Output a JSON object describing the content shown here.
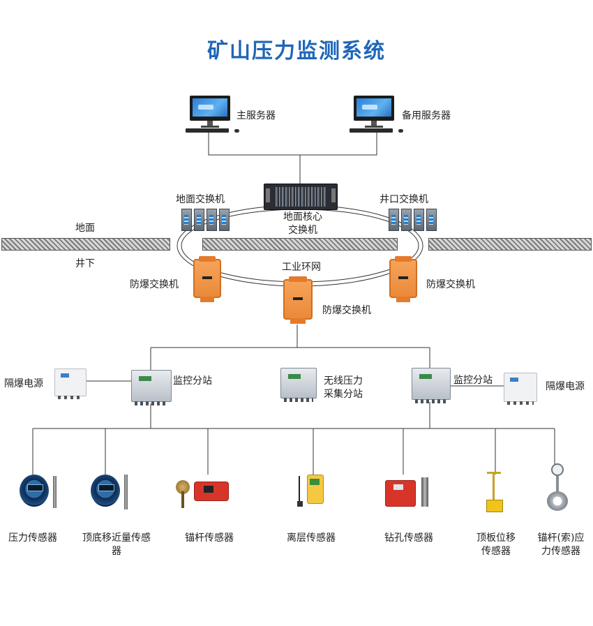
{
  "title": "矿山压力监测系统",
  "labels": {
    "main_server": "主服务器",
    "backup_server": "备用服务器",
    "ground_switch": "地面交换机",
    "shaft_switch": "井口交换机",
    "core_switch_line1": "地面核心",
    "core_switch_line2": "交换机",
    "surface": "地面",
    "underground": "井下",
    "industrial_ring": "工业环网",
    "ex_switch_left": "防爆交换机",
    "ex_switch_right": "防爆交换机",
    "ex_switch_center": "防爆交换机",
    "psu_left": "隔爆电源",
    "psu_right": "隔爆电源",
    "substation_left": "监控分站",
    "substation_right": "监控分站",
    "wireless_line1": "无线压力",
    "wireless_line2": "采集分站"
  },
  "sensors": [
    {
      "line1": "压力传感器",
      "line2": ""
    },
    {
      "line1": "顶底移近量传感",
      "line2": "器"
    },
    {
      "line1": "锚杆传感器",
      "line2": ""
    },
    {
      "line1": "离层传感器",
      "line2": ""
    },
    {
      "line1": "钻孔传感器",
      "line2": ""
    },
    {
      "line1": "顶板位移",
      "line2": "传感器"
    },
    {
      "line1": "锚杆(索)应",
      "line2": "力传感器"
    }
  ],
  "colors": {
    "title": "#1f66b8",
    "explosion_proof_box": "#ea8a3a",
    "line": "#333333"
  }
}
